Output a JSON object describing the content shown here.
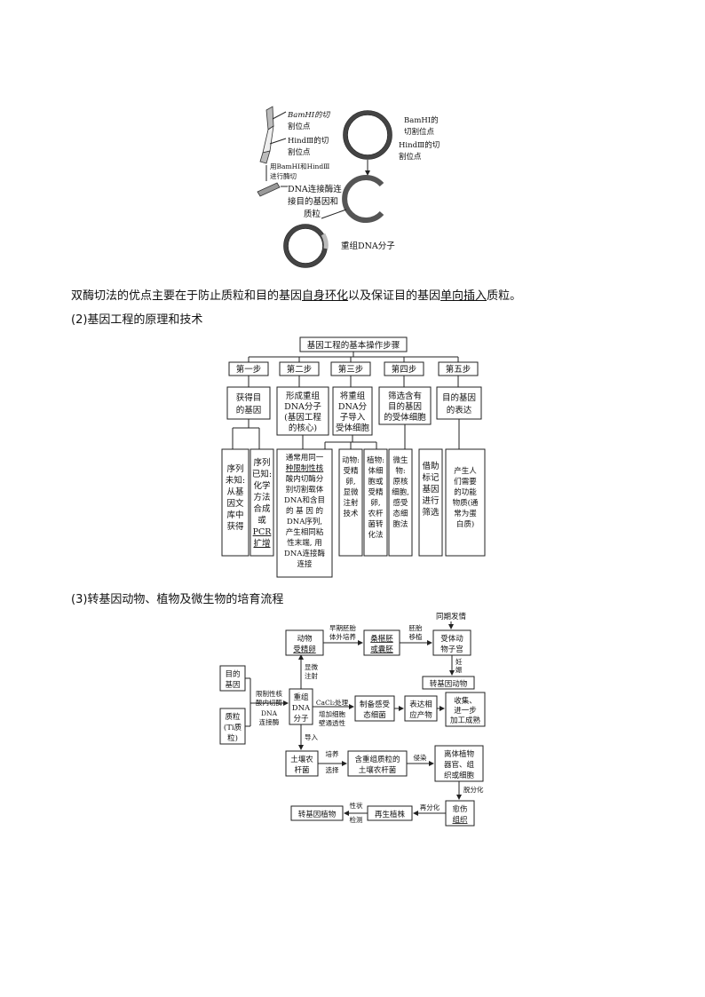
{
  "fig1": {
    "bamh1_site_left": [
      "BamHⅠ的切",
      "割位点"
    ],
    "hind3_site_left": [
      "HindⅢ的切",
      "割位点"
    ],
    "cut_both": [
      "用BamHⅠ和HindⅢ",
      "进行酶切"
    ],
    "bamh1_site_right": [
      "BamHⅠ的",
      "切割位点"
    ],
    "hind3_site_right": [
      "HindⅢ的切",
      "割位点"
    ],
    "ligase": [
      "DNA连接酶连",
      "接目的基因和",
      "质粒"
    ],
    "recombinant": "重组DNA分子"
  },
  "para1": {
    "pre": "双酶切法的优点主要在于防止质粒和目的基因",
    "u1": "自身环化",
    "mid": "以及保证目的基因",
    "u2": "单向插入",
    "post": "质粒。"
  },
  "section2": "(2)基因工程的原理和技术",
  "fig2": {
    "title": "基因工程的基本操作步骤",
    "steps": [
      "第一步",
      "第二步",
      "第三步",
      "第四步",
      "第五步"
    ],
    "step_desc": [
      [
        "获得目",
        "的基因"
      ],
      [
        "形成重组",
        "DNA分子",
        "(基因工程",
        "的核心)"
      ],
      [
        "将重组",
        "DNA分",
        "子导入",
        "受体细胞"
      ],
      [
        "筛选含有",
        "目的基因",
        "的受体细胞"
      ],
      [
        "目的基因",
        "的表达"
      ]
    ],
    "detail_a": [
      "序列",
      "未知:",
      "从基",
      "因文",
      "库中",
      "获得"
    ],
    "detail_b": [
      "序列",
      "已知:",
      "化学",
      "方法",
      "合成",
      "或",
      "PCR",
      "扩增"
    ],
    "detail_c": [
      "通常用同一",
      "种限制性核",
      "酸内切酶分",
      "别切割载体",
      "DNA和含目",
      "的 基 因 的",
      "DNA序列,",
      "产生相同粘",
      "性末端, 用",
      "DNA连接酶",
      "连接"
    ],
    "detail_d": [
      "动物:",
      "受精",
      "卵,",
      "显微",
      "注射",
      "技术"
    ],
    "detail_e": [
      "植物:",
      "体细",
      "胞或",
      "受精",
      "卵,",
      "农杆",
      "菌转",
      "化法"
    ],
    "detail_f": [
      "微生",
      "物:",
      "原核",
      "细胞,",
      "感受",
      "态细",
      "胞法"
    ],
    "detail_g": [
      "借助",
      "标记",
      "基因",
      "进行",
      "筛选"
    ],
    "detail_h": [
      "产生人",
      "们需要",
      "的功能",
      "物质(通",
      "常为蛋",
      "白质)"
    ]
  },
  "section3": "(3)转基因动物、植物及微生物的培育流程",
  "fig3": {
    "target_gene": [
      "目的",
      "基因"
    ],
    "plasmid": [
      "质粒",
      "(Ti质",
      "粒)"
    ],
    "enzyme_label": [
      "限制性核",
      "酸内切酶",
      "DNA",
      "连接酶"
    ],
    "recombinant": [
      "重组",
      "DNA",
      "分子"
    ],
    "microinject": [
      "显微",
      "注射"
    ],
    "fert_egg": [
      "动物",
      "受精卵"
    ],
    "early_culture": [
      "早期胚胎",
      "体外培养"
    ],
    "embryo": [
      "桑椹胚",
      "或囊胚"
    ],
    "transfer": [
      "胚胎",
      "移植"
    ],
    "synchronous": "同期发情",
    "recipient": [
      "受体动",
      "物子宫"
    ],
    "pregnancy": [
      "妊",
      "娠"
    ],
    "transgenic_animal": "转基因动物",
    "cacl2": [
      "CaCl₂处理",
      "增加细胞",
      "壁通透性"
    ],
    "competent": [
      "制备感受",
      "态细菌"
    ],
    "express": [
      "表达相",
      "应产物"
    ],
    "harvest": [
      "收集、",
      "进一步",
      "加工成熟"
    ],
    "import": "导入",
    "agro": [
      "土壤农",
      "杆菌"
    ],
    "culture_select": [
      "培养",
      "选择"
    ],
    "agro_plasmid": [
      "含重组质粒的",
      "土壤农杆菌"
    ],
    "infect": "侵染",
    "explant": [
      "离体植物",
      "器官、组",
      "织或细胞"
    ],
    "dediff": "脱分化",
    "callus": [
      "愈伤",
      "组织"
    ],
    "rediff": "再分化",
    "regen": "再生植株",
    "trait_test": [
      "性状",
      "检测"
    ],
    "transgenic_plant": "转基因植物"
  }
}
